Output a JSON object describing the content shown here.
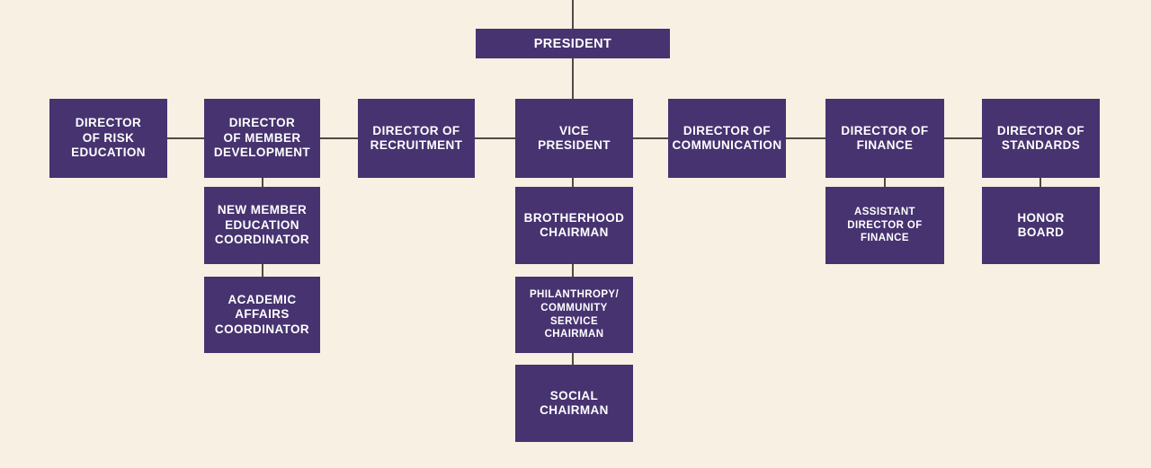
{
  "palette": {
    "background": "#f8f0e3",
    "node_fill": "#463370",
    "node_text": "#ffffff",
    "connector": "#4f4a44"
  },
  "nodes": {
    "president": {
      "label": "PRESIDENT"
    },
    "risk_education": {
      "label": "DIRECTOR\nOF RISK\nEDUCATION"
    },
    "member_development": {
      "label": "DIRECTOR\nOF MEMBER\nDEVELOPMENT"
    },
    "recruitment": {
      "label": "DIRECTOR OF\nRECRUITMENT"
    },
    "vice_president": {
      "label": "VICE\nPRESIDENT"
    },
    "communication": {
      "label": "DIRECTOR OF\nCOMMUNICATION"
    },
    "finance": {
      "label": "DIRECTOR OF\nFINANCE"
    },
    "standards": {
      "label": "DIRECTOR OF\nSTANDARDS"
    },
    "new_member_education": {
      "label": "NEW MEMBER\nEDUCATION\nCOORDINATOR"
    },
    "academic_affairs": {
      "label": "ACADEMIC\nAFFAIRS\nCOORDINATOR"
    },
    "brotherhood": {
      "label": "BROTHERHOOD\nCHAIRMAN"
    },
    "philanthropy": {
      "label": "PHILANTHROPY/\nCOMMUNITY\nSERVICE\nCHAIRMAN"
    },
    "social": {
      "label": "SOCIAL\nCHAIRMAN"
    },
    "assistant_finance": {
      "label": "ASSISTANT\nDIRECTOR OF\nFINANCE"
    },
    "honor_board": {
      "label": "HONOR\nBOARD"
    }
  },
  "structure": {
    "president": [
      "risk_education",
      "member_development",
      "recruitment",
      "vice_president",
      "communication",
      "finance",
      "standards"
    ],
    "member_development": [
      "new_member_education"
    ],
    "new_member_education": [
      "academic_affairs"
    ],
    "vice_president": [
      "brotherhood"
    ],
    "brotherhood": [
      "philanthropy"
    ],
    "philanthropy": [
      "social"
    ],
    "finance": [
      "assistant_finance"
    ],
    "standards": [
      "honor_board"
    ]
  }
}
